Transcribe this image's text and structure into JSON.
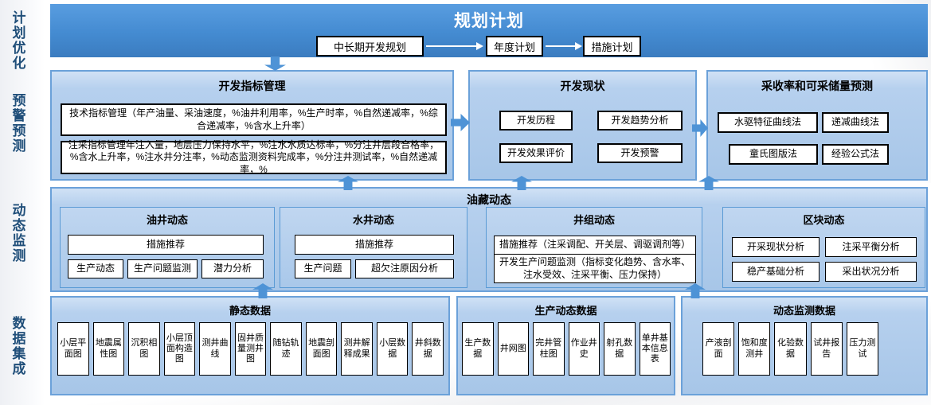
{
  "palette": {
    "bar_blue_top": "#599de0",
    "bar_blue_bottom": "#3b7cc0",
    "panel_fill": "#a7c6e8",
    "panel_border": "#6ba1d9",
    "arrow_blue": "#4e93d6",
    "rail_text_navy": "#1f4e79"
  },
  "rails": [
    "计划优化",
    "预警预测",
    "动态监测",
    "数据集成"
  ],
  "planning": {
    "title": "规划计划",
    "steps": [
      "中长期开发规划",
      "年度计划",
      "措施计划"
    ]
  },
  "indicator_panel": {
    "title": "开发指标管理",
    "tech_box": "技术指标管理（年产油量、采油速度，%油井利用率，%生产时率，%自然递减率，%综合递减率，%含水上升率）",
    "injection_box": "注采指标管理年注入量，地层压力保持水平，%注水水质达标率，%分注井层段合格率，%含水上升率，%注水井分注率，%动态监测资料完成率，%分注井测试率，%自然递减率，%"
  },
  "status_panel": {
    "title": "开发现状",
    "items": [
      "开发历程",
      "开发趋势分析",
      "开发效果评价",
      "开发预警"
    ]
  },
  "recovery_panel": {
    "title": "采收率和可采储量预测",
    "items": [
      "水驱特征曲线法",
      "递减曲线法",
      "童氏图版法",
      "经验公式法"
    ]
  },
  "reservoir": {
    "title": "油藏动态",
    "oil_well": {
      "title": "油井动态",
      "recommend": "措施推荐",
      "items": [
        "生产动态",
        "生产问题监测",
        "潜力分析"
      ]
    },
    "water_well": {
      "title": "水井动态",
      "recommend": "措施推荐",
      "items": [
        "生产问题",
        "超欠注原因分析"
      ]
    },
    "well_group": {
      "title": "井组动态",
      "recommend": "措施推荐（注采调配、开关层、调驱调剂等）",
      "monitor": "开发生产问题监测（指标变化趋势、含水率、注水受效、注采平衡、压力保持）"
    },
    "block": {
      "title": "区块动态",
      "items": [
        "开采现状分析",
        "注采平衡分析",
        "稳产基础分析",
        "采出状况分析"
      ]
    }
  },
  "data_layer": {
    "static": {
      "title": "静态数据",
      "items": [
        "小层平面图",
        "地震属性图",
        "沉积相图",
        "小层顶面构造图",
        "测井曲线",
        "固井质量测井图",
        "随钻轨迹",
        "地震剖面图",
        "测井解释成果",
        "小层数据",
        "井斜数据"
      ]
    },
    "production": {
      "title": "生产动态数据",
      "items": [
        "生产数据",
        "井网图",
        "完井管柱图",
        "作业井史",
        "射孔数据",
        "单井基本信息表"
      ]
    },
    "monitoring": {
      "title": "动态监测数据",
      "items": [
        "产液剖面",
        "饱和度测井",
        "化验数据",
        "试井报告",
        "压力测试"
      ]
    }
  }
}
